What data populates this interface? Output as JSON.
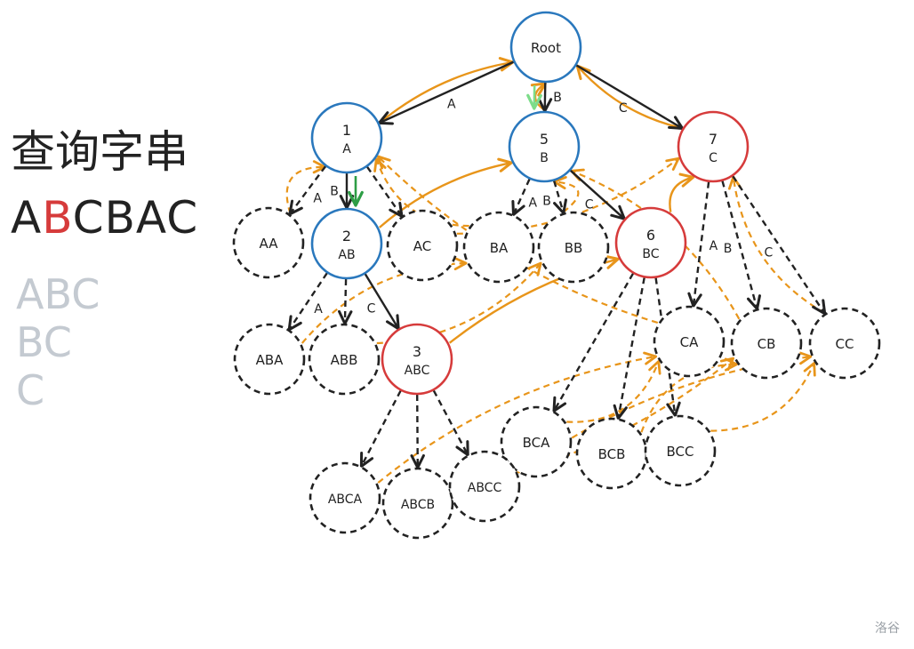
{
  "left_panel": {
    "title": "查询字串",
    "query": [
      "A",
      "B",
      "C",
      "B",
      "A",
      "C"
    ],
    "query_highlight_index": 1,
    "highlight_color": "#d63b3b",
    "suffixes": [
      "ABC",
      "BC",
      "C"
    ]
  },
  "watermark": "洛谷",
  "colors": {
    "blue": "#2a78bd",
    "red": "#d63b3b",
    "orange": "#e8951a",
    "black": "#222222",
    "green": "#2e9e46",
    "light_green": "#7ddc8a"
  },
  "nodes": [
    {
      "id": "root",
      "num": "Root",
      "label": "",
      "style": "blue"
    },
    {
      "id": "A",
      "num": "1",
      "label": "A",
      "style": "blue"
    },
    {
      "id": "B",
      "num": "5",
      "label": "B",
      "style": "blue"
    },
    {
      "id": "C",
      "num": "7",
      "label": "C",
      "style": "red"
    },
    {
      "id": "AA",
      "num": "",
      "label": "AA",
      "style": "dashed"
    },
    {
      "id": "AB",
      "num": "2",
      "label": "AB",
      "style": "blue"
    },
    {
      "id": "AC",
      "num": "",
      "label": "AC",
      "style": "dashed"
    },
    {
      "id": "BA",
      "num": "",
      "label": "BA",
      "style": "dashed"
    },
    {
      "id": "BB",
      "num": "",
      "label": "BB",
      "style": "dashed"
    },
    {
      "id": "BC",
      "num": "6",
      "label": "BC",
      "style": "red"
    },
    {
      "id": "ABA",
      "num": "",
      "label": "ABA",
      "style": "dashed"
    },
    {
      "id": "ABB",
      "num": "",
      "label": "ABB",
      "style": "dashed"
    },
    {
      "id": "ABC",
      "num": "3",
      "label": "ABC",
      "style": "red"
    },
    {
      "id": "CA",
      "num": "",
      "label": "CA",
      "style": "dashed"
    },
    {
      "id": "CB",
      "num": "",
      "label": "CB",
      "style": "dashed"
    },
    {
      "id": "CC",
      "num": "",
      "label": "CC",
      "style": "dashed"
    },
    {
      "id": "BCA",
      "num": "",
      "label": "BCA",
      "style": "dashed"
    },
    {
      "id": "BCB",
      "num": "",
      "label": "BCB",
      "style": "dashed"
    },
    {
      "id": "BCC",
      "num": "",
      "label": "BCC",
      "style": "dashed"
    },
    {
      "id": "ABCA",
      "num": "",
      "label": "ABCA",
      "style": "dashed"
    },
    {
      "id": "ABCB",
      "num": "",
      "label": "ABCB",
      "style": "dashed"
    },
    {
      "id": "ABCC",
      "num": "",
      "label": "ABCC",
      "style": "dashed"
    }
  ],
  "edges": [
    {
      "from": "root",
      "to": "A",
      "label": "A",
      "style": "solid"
    },
    {
      "from": "root",
      "to": "B",
      "label": "B",
      "style": "solid"
    },
    {
      "from": "root",
      "to": "C",
      "label": "C",
      "style": "solid"
    },
    {
      "from": "A",
      "to": "AA",
      "label": "A",
      "style": "dashed"
    },
    {
      "from": "A",
      "to": "AB",
      "label": "B",
      "style": "solid"
    },
    {
      "from": "A",
      "to": "AC",
      "label": "",
      "style": "dashed"
    },
    {
      "from": "B",
      "to": "BA",
      "label": "A",
      "style": "dashed"
    },
    {
      "from": "B",
      "to": "BB",
      "label": "B",
      "style": "dashed"
    },
    {
      "from": "B",
      "to": "BC",
      "label": "C",
      "style": "solid"
    },
    {
      "from": "AB",
      "to": "ABA",
      "label": "A",
      "style": "dashed"
    },
    {
      "from": "AB",
      "to": "ABB",
      "label": "",
      "style": "dashed"
    },
    {
      "from": "AB",
      "to": "ABC",
      "label": "C",
      "style": "solid"
    },
    {
      "from": "C",
      "to": "CA",
      "label": "A",
      "style": "dashed"
    },
    {
      "from": "C",
      "to": "CB",
      "label": "B",
      "style": "dashed"
    },
    {
      "from": "C",
      "to": "CC",
      "label": "C",
      "style": "dashed"
    },
    {
      "from": "BC",
      "to": "BCA",
      "label": "",
      "style": "dashed"
    },
    {
      "from": "BC",
      "to": "BCB",
      "label": "",
      "style": "dashed"
    },
    {
      "from": "BC",
      "to": "BCC",
      "label": "",
      "style": "dashed"
    },
    {
      "from": "ABC",
      "to": "ABCA",
      "label": "",
      "style": "dashed"
    },
    {
      "from": "ABC",
      "to": "ABCB",
      "label": "",
      "style": "dashed"
    },
    {
      "from": "ABC",
      "to": "ABCC",
      "label": "",
      "style": "dashed"
    }
  ],
  "fail_links_solid": [
    {
      "from": "A",
      "to": "root"
    },
    {
      "from": "B",
      "to": "root"
    },
    {
      "from": "C",
      "to": "root"
    },
    {
      "from": "AB",
      "to": "B"
    },
    {
      "from": "ABC",
      "to": "BC"
    },
    {
      "from": "BC",
      "to": "C"
    }
  ],
  "fail_links_dashed": [
    {
      "from": "AA",
      "to": "A"
    },
    {
      "from": "AC",
      "to": "C"
    },
    {
      "from": "BA",
      "to": "A"
    },
    {
      "from": "BB",
      "to": "B"
    },
    {
      "from": "ABA",
      "to": "BA"
    },
    {
      "from": "ABB",
      "to": "BB"
    },
    {
      "from": "CA",
      "to": "A"
    },
    {
      "from": "CB",
      "to": "B"
    },
    {
      "from": "CC",
      "to": "C"
    },
    {
      "from": "BCA",
      "to": "CA"
    },
    {
      "from": "BCB",
      "to": "CB"
    },
    {
      "from": "BCC",
      "to": "CC"
    },
    {
      "from": "ABCA",
      "to": "CA"
    },
    {
      "from": "ABCB",
      "to": "CB"
    },
    {
      "from": "ABCC",
      "to": "CC"
    }
  ],
  "match_steps": [
    {
      "from": "root",
      "to": "B",
      "color": "light_green"
    },
    {
      "from": "A",
      "to": "AB",
      "color": "green"
    }
  ]
}
